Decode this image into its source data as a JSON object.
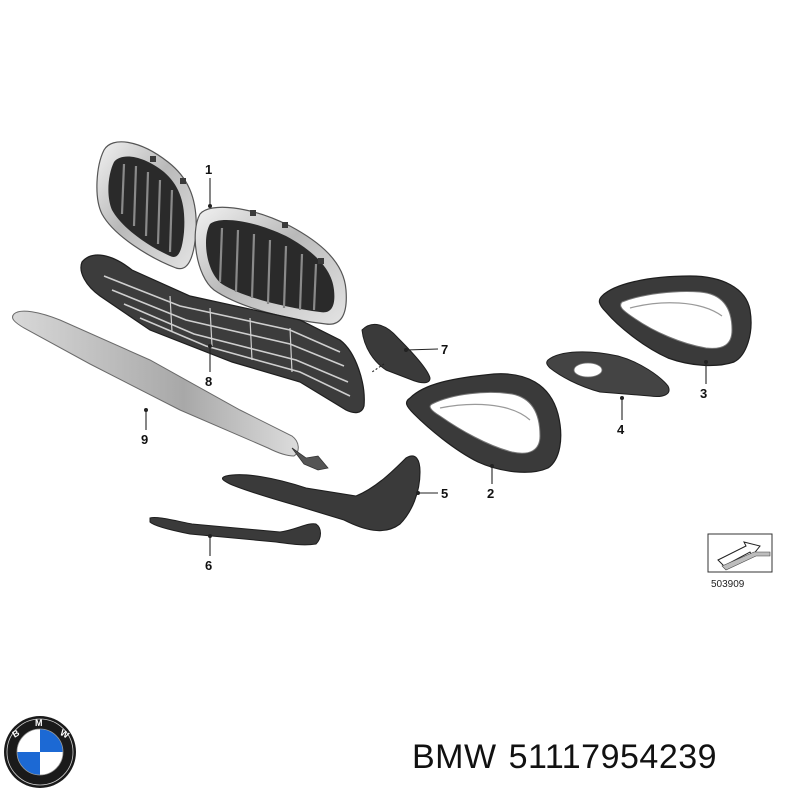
{
  "callouts": {
    "c1": "1",
    "c2": "2",
    "c3": "3",
    "c4": "4",
    "c5": "5",
    "c6": "6",
    "c7": "7",
    "c8": "8",
    "c9": "9"
  },
  "diagram_code": "503909",
  "caption": {
    "brand": "BMW",
    "part_number": "51117954239"
  },
  "logo": {
    "lettering": "BMW",
    "colors": {
      "blue": "#1c69d4",
      "white": "#ffffff",
      "ring": "#1a1a1a"
    }
  }
}
